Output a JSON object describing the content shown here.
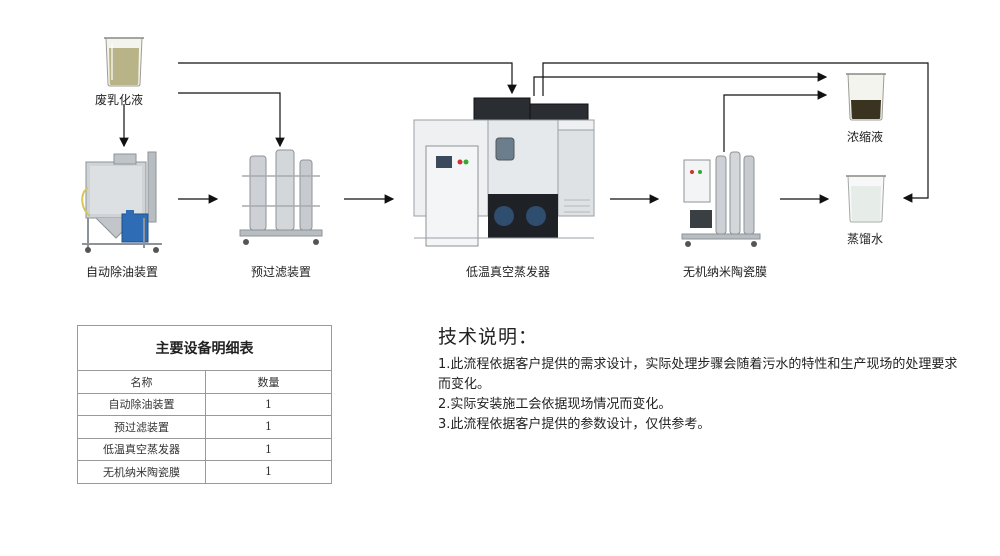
{
  "nodes": {
    "waste_emulsion": "废乳化液",
    "oil_removal": "自动除油装置",
    "prefilter": "预过滤装置",
    "evaporator": "低温真空蒸发器",
    "membrane": "无机纳米陶瓷膜",
    "concentrate": "浓缩液",
    "distilled": "蒸馏水"
  },
  "table": {
    "title": "主要设备明细表",
    "headers": [
      "名称",
      "数量"
    ],
    "rows": [
      {
        "name": "自动除油装置",
        "qty": "1"
      },
      {
        "name": "预过滤装置",
        "qty": "1"
      },
      {
        "name": "低温真空蒸发器",
        "qty": "1"
      },
      {
        "name": "无机纳米陶瓷膜",
        "qty": "1"
      }
    ]
  },
  "notes": {
    "title": "技术说明：",
    "items": [
      "1.此流程依据客户提供的需求设计，实际处理步骤会随着污水的特性和生产现场的处理要求而变化。",
      "2.实际安装施工会依据现场情况而变化。",
      "3.此流程依据客户提供的参数设计，仅供参考。"
    ]
  },
  "colors": {
    "arrow": "#111111",
    "emulsion_liquid": "#b9b487",
    "concentrate_liquid": "#3a3320",
    "distilled_liquid": "#e6ece8",
    "steel": "#c8ccd0",
    "cabinet": "#eef0f2"
  }
}
